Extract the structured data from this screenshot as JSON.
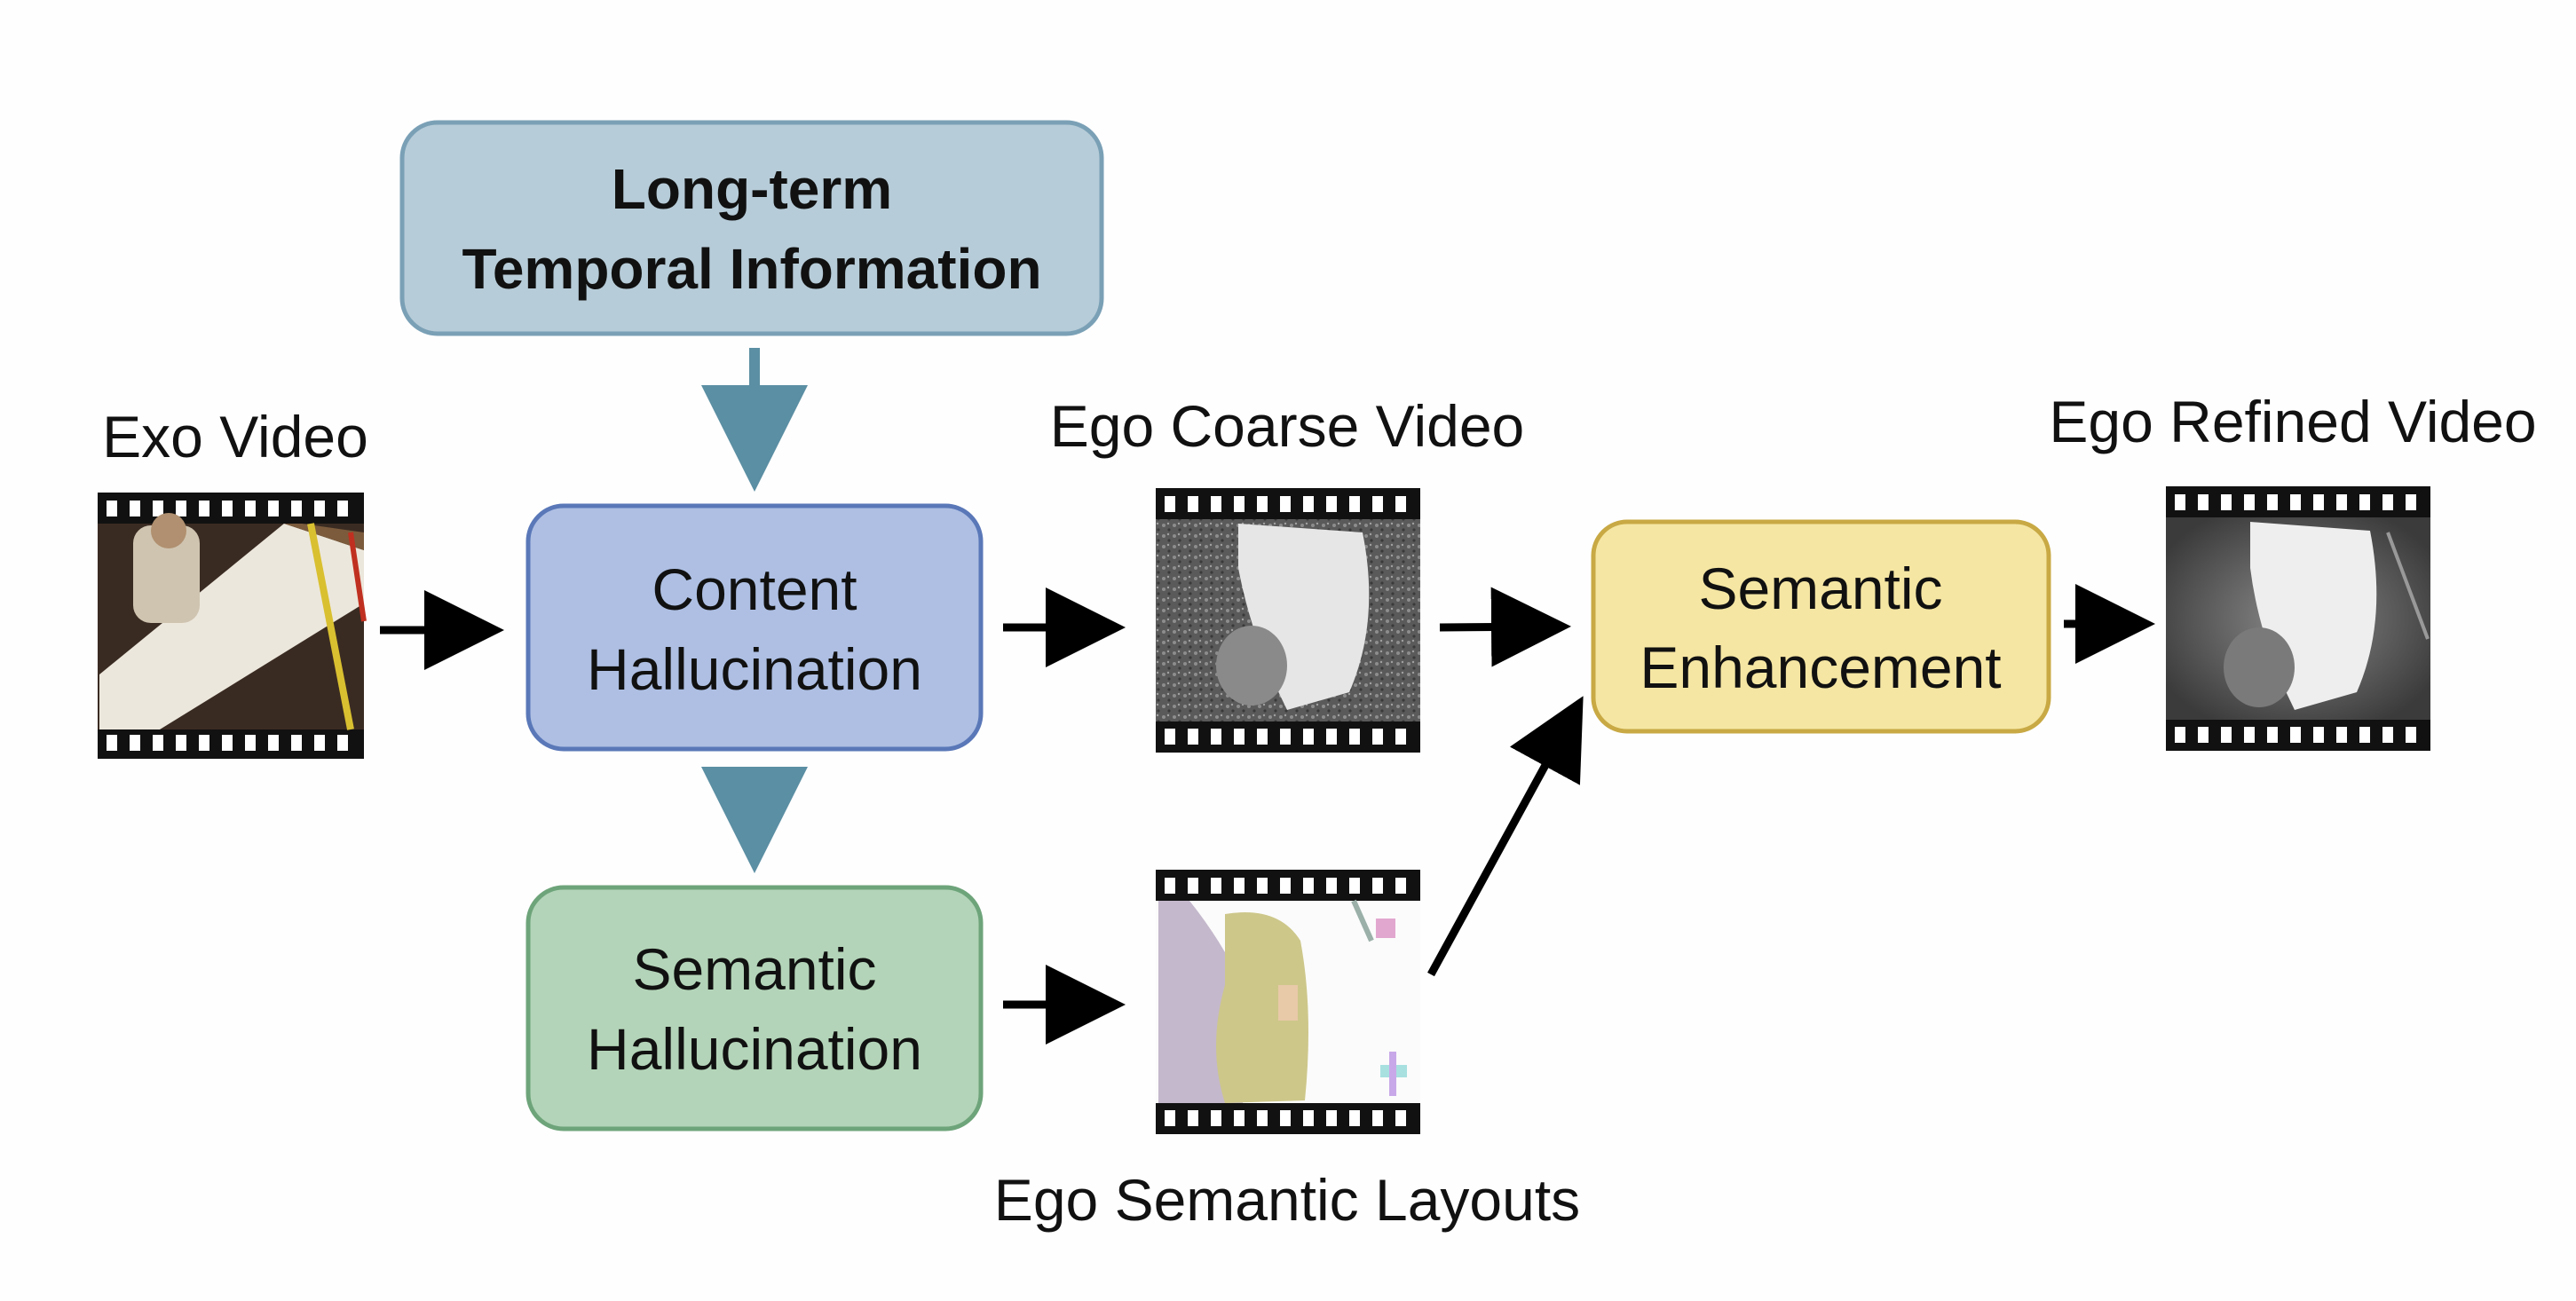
{
  "labels": {
    "exo_video": "Exo Video",
    "ego_coarse_video": "Ego Coarse Video",
    "ego_refined_video": "Ego Refined Video",
    "ego_semantic_layouts": "Ego Semantic Layouts"
  },
  "boxes": {
    "temporal": {
      "line1": "Long-term",
      "line2": "Temporal Information"
    },
    "content": {
      "line1": "Content",
      "line2": "Hallucination"
    },
    "semantic_hall": {
      "line1": "Semantic",
      "line2": "Hallucination"
    },
    "enhancement": {
      "line1": "Semantic",
      "line2": "Enhancement"
    }
  },
  "colors": {
    "temporal_fill": "#b6ccd8",
    "temporal_stroke": "#7aa0b6",
    "content_fill": "#aebfe3",
    "content_stroke": "#5a78b8",
    "semantic_fill": "#b3d4b8",
    "semantic_stroke": "#6ea47a",
    "enhance_fill": "#f5e6a3",
    "enhance_stroke": "#c8a944",
    "teal_arrow": "#5b8fa3",
    "black_arrow": "#000000"
  }
}
